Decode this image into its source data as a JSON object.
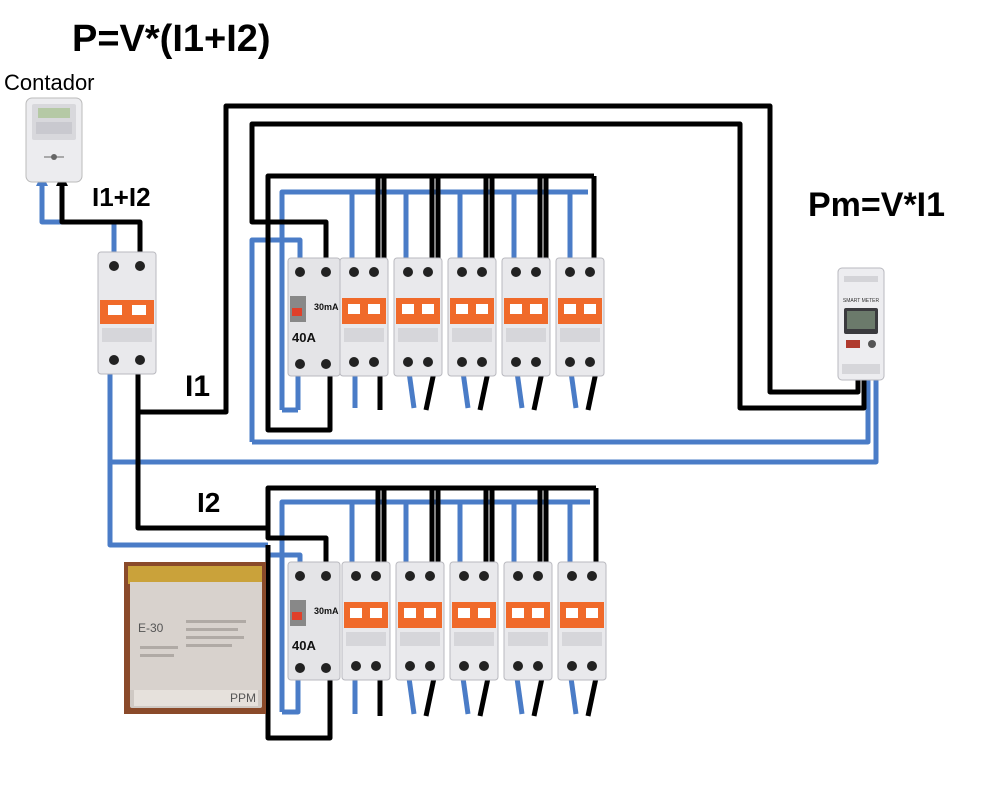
{
  "labels": {
    "formula_main": "P=V*(I1+I2)",
    "contador": "Contador",
    "sum": "I1+I2",
    "formula_pm": "Pm=V*I1",
    "i1": "I1",
    "i2": "I2"
  },
  "rcd": {
    "rating": "40A",
    "sensitivity": "30mA"
  },
  "smart_meter": {
    "label": "SMART METER"
  },
  "icp_device": {
    "model": "E-30",
    "footer": "PPM"
  },
  "colors": {
    "live_wire": "#000000",
    "neutral_wire": "#4a7cc7",
    "breaker_handle": "#f06a2a",
    "breaker_body": "#e4e4e6"
  }
}
